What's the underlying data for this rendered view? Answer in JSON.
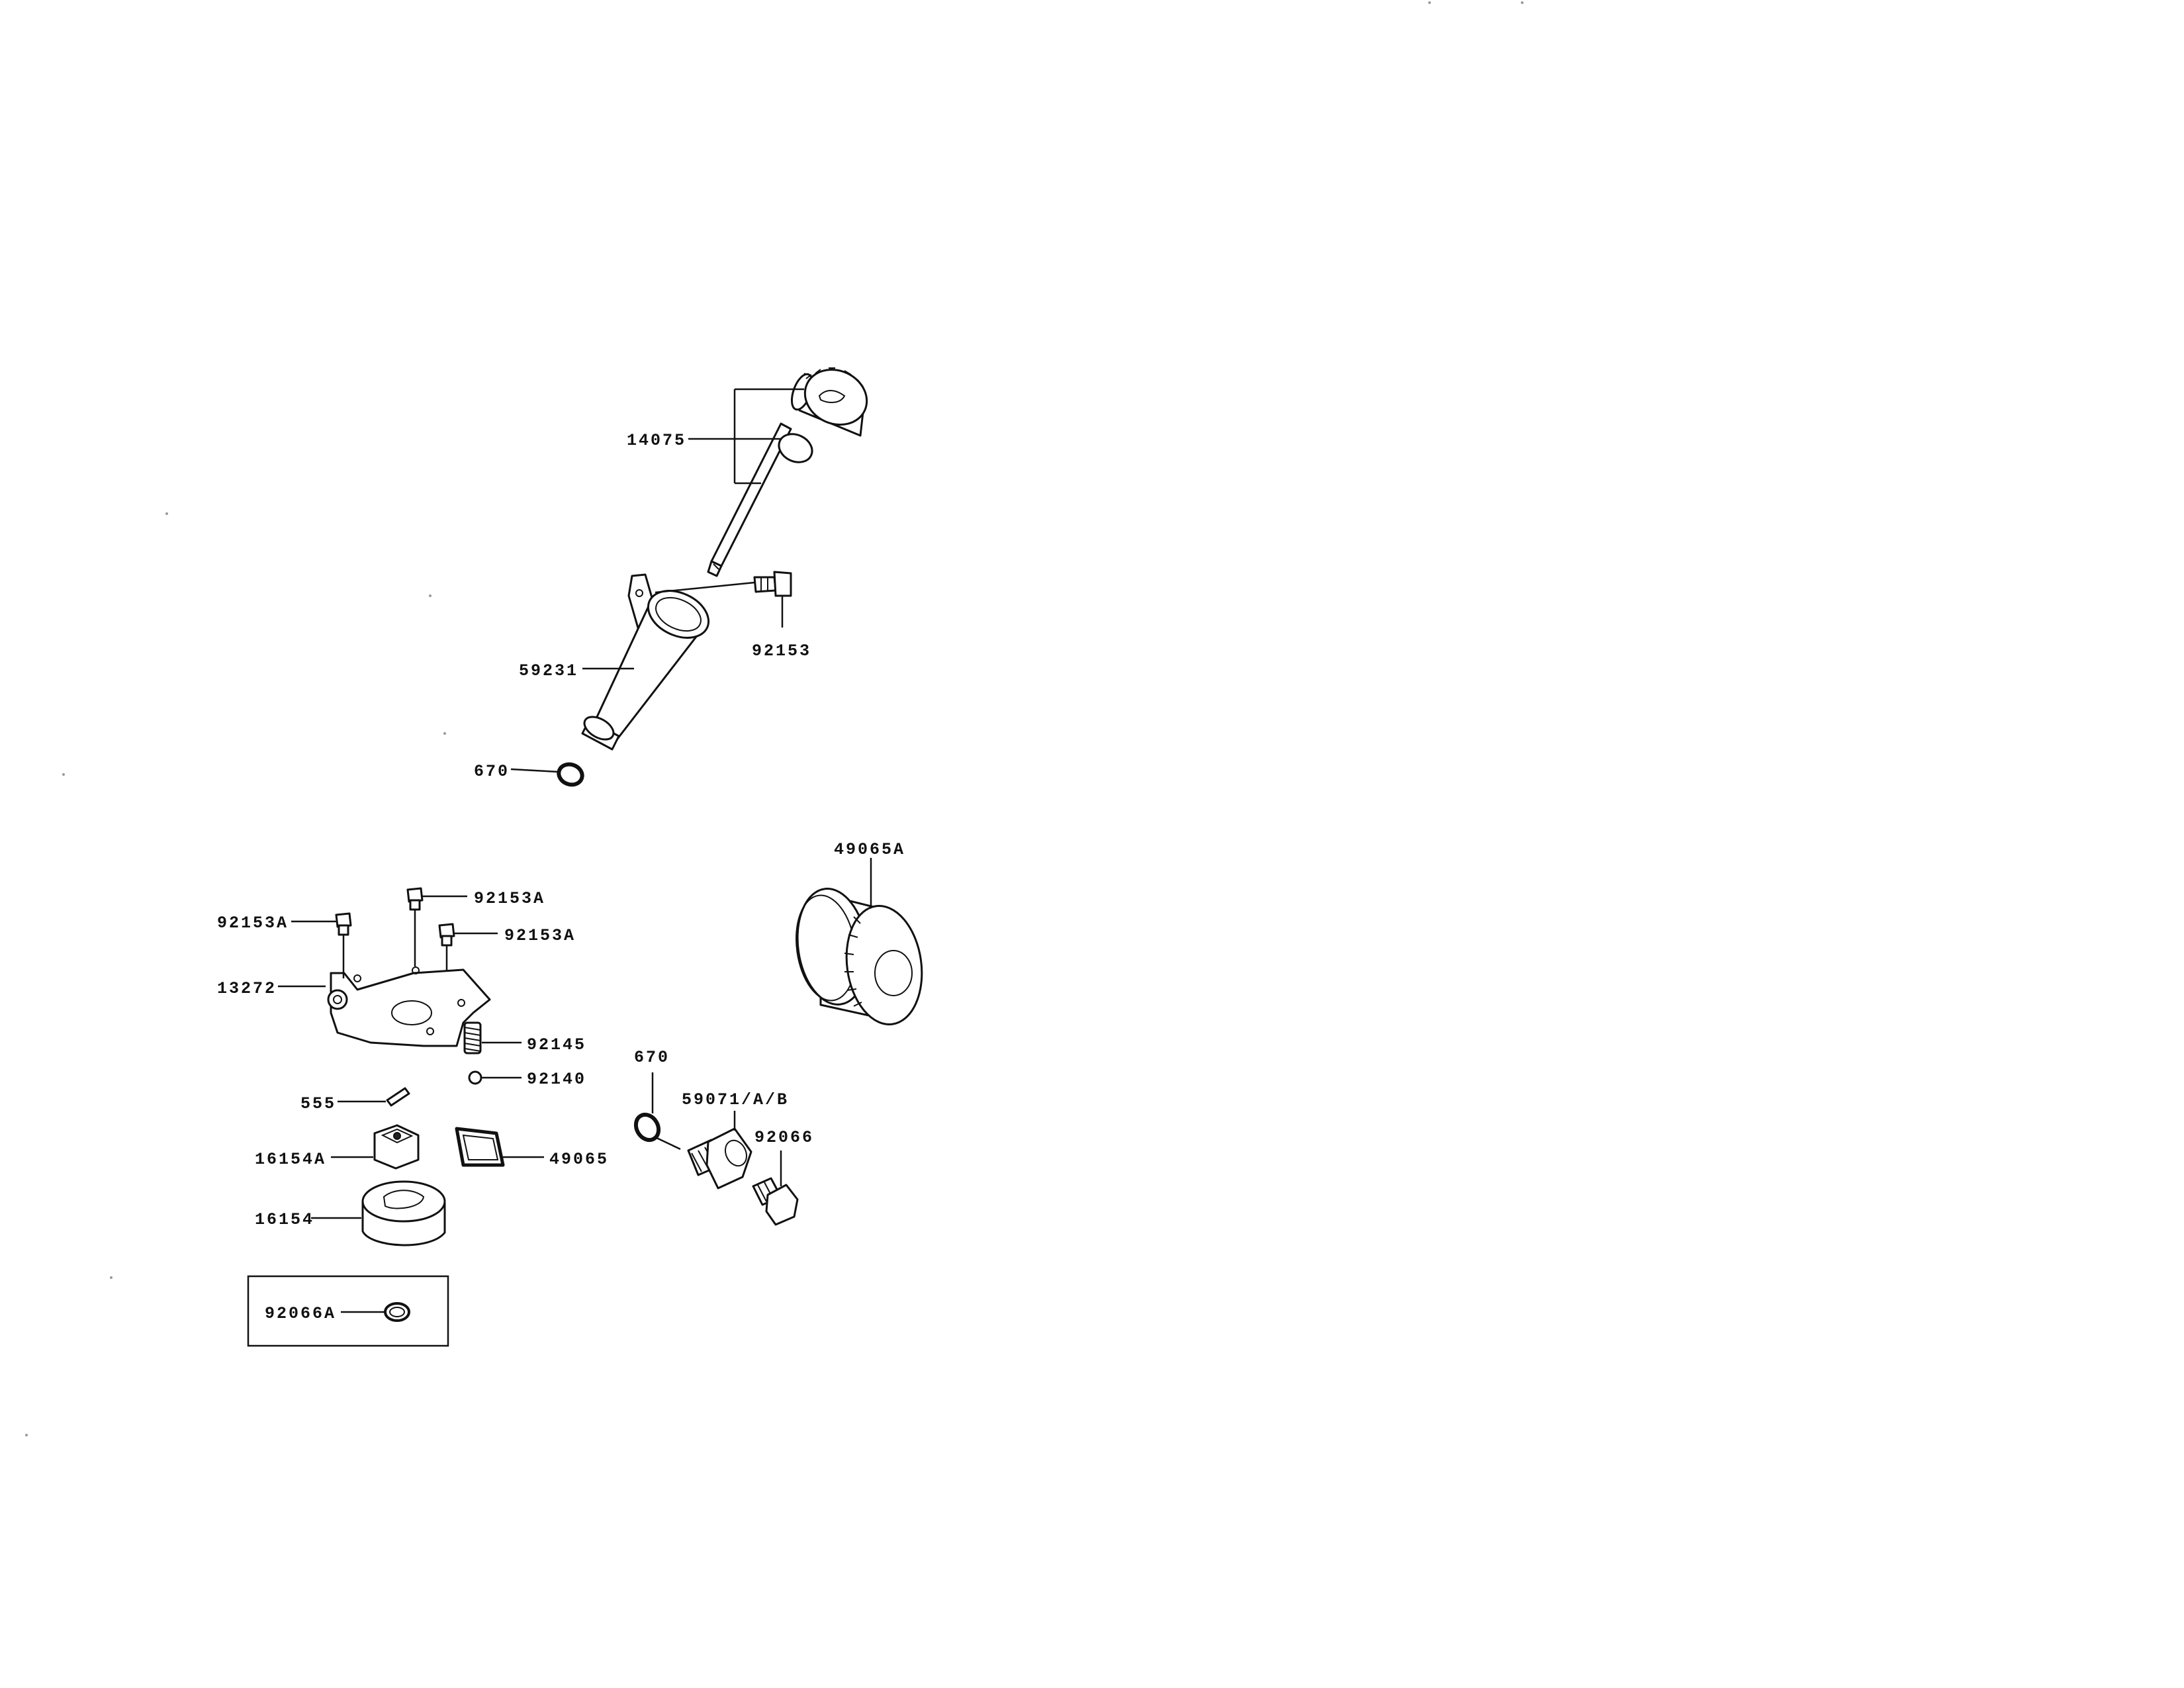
{
  "labels": {
    "p14075": "14075",
    "p92153": "92153",
    "p59231": "59231",
    "p670_top": "670",
    "p49065A": "49065A",
    "p92153A_left": "92153A",
    "p92153A_top": "92153A",
    "p92153A_right": "92153A",
    "p13272": "13272",
    "p92145": "92145",
    "p92140": "92140",
    "p670_mid": "670",
    "p555": "555",
    "p59071": "59071/A/B",
    "p92066": "92066",
    "p16154A": "16154A",
    "p49065": "49065",
    "p16154": "16154",
    "p92066A": "92066A"
  }
}
